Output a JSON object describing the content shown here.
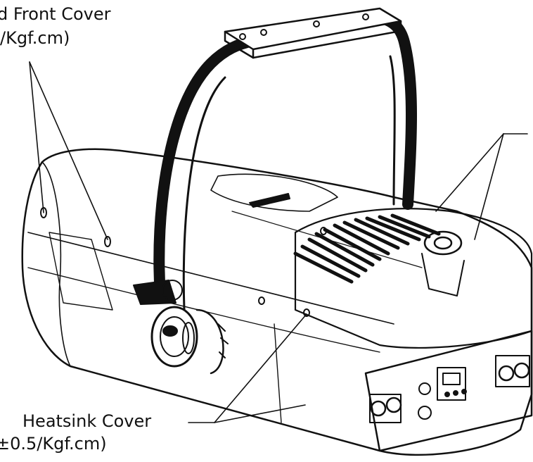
{
  "labels": {
    "front_cover_title": "d Front Cover",
    "front_cover_torque": "/Kgf.cm)",
    "heatsink_title": "Heatsink Cover",
    "heatsink_torque": "±0.5/Kgf.cm)"
  },
  "colors": {
    "line": "#111111",
    "fill_dark": "#111111",
    "fill_light": "#ffffff"
  }
}
